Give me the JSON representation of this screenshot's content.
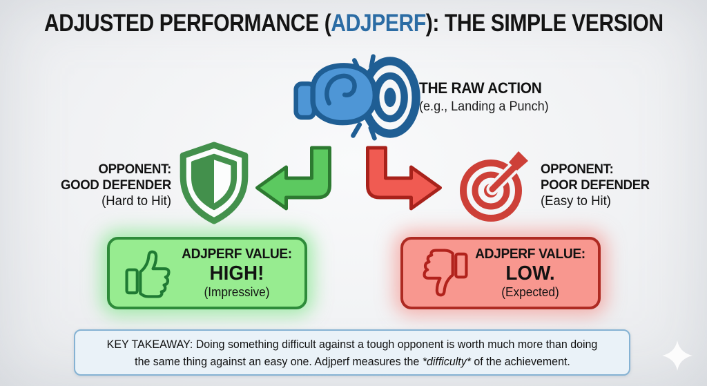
{
  "title": {
    "pre": "ADJUSTED PERFORMANCE (",
    "highlight": "ADJPERF",
    "post": "): THE SIMPLE VERSION"
  },
  "raw_action": {
    "heading": "THE RAW ACTION",
    "subheading": "(e.g., Landing a Punch)"
  },
  "left_opponent": {
    "line1": "OPPONENT:",
    "line2": "GOOD DEFENDER",
    "line3": "(Hard to Hit)"
  },
  "right_opponent": {
    "line1": "OPPONENT:",
    "line2": "POOR DEFENDER",
    "line3": "(Easy to Hit)"
  },
  "high_box": {
    "label": "ADJPERF VALUE:",
    "value": "HIGH!",
    "note": "(Impressive)"
  },
  "low_box": {
    "label": "ADJPERF VALUE:",
    "value": "LOW.",
    "note": "(Expected)"
  },
  "takeaway": {
    "line1": "KEY TAKEAWAY: Doing something difficult against a tough opponent is worth much more than doing",
    "line2_before": "the same thing against an easy one. Adjperf measures the ",
    "line2_emphasis": "*difficulty*",
    "line2_after": " of the achievement."
  },
  "icons": {
    "hero": "boxing-glove-punch-target-icon",
    "left": "shield-icon",
    "arrow_left": "elbow-arrow-left-icon",
    "arrow_right": "elbow-arrow-right-icon",
    "right": "bullseye-dart-icon",
    "high": "thumbs-up-icon",
    "low": "thumbs-down-icon",
    "watermark": "sparkle-icon"
  },
  "colors": {
    "title_accent": "#2b6ca4",
    "icon_blue_dark": "#1f5e94",
    "icon_blue_fill": "#4e96d6",
    "shield_green": "#43904c",
    "arrow_green_fill": "#5cc960",
    "arrow_green_border": "#2d7a31",
    "arrow_red_fill": "#f05b52",
    "arrow_red_border": "#a8221b",
    "target_red": "#cd4038",
    "high_box_bg": "#97ec90",
    "high_box_border": "#2e8b3a",
    "high_thumb": "#1f7a33",
    "low_box_bg": "#f8978f",
    "low_box_border": "#ae2a22",
    "low_thumb": "#b1221c",
    "takeaway_bg": "#eaf2f8",
    "takeaway_border": "#85b2d3"
  }
}
